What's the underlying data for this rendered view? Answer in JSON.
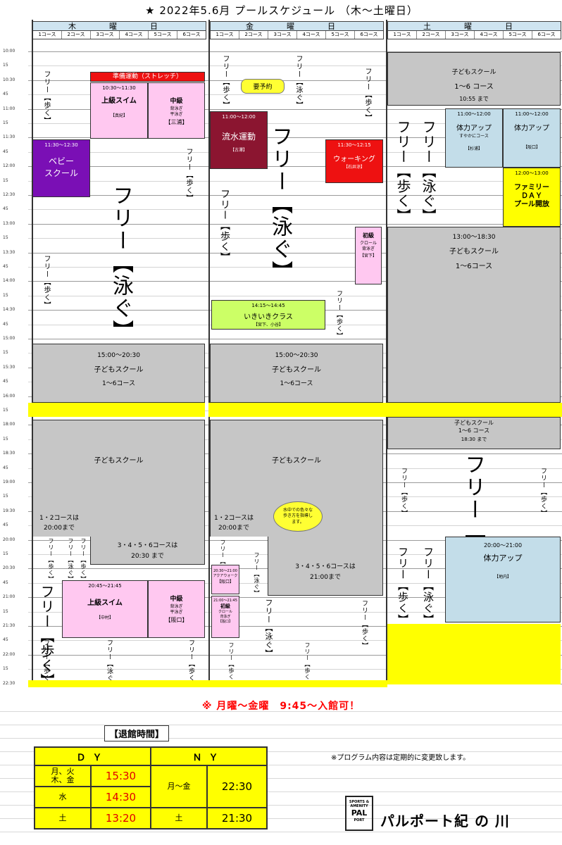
{
  "title": "★  2022年5.6月   プールスケジュール    （木～土曜日）",
  "days": [
    "木　曜　日",
    "金　曜　日",
    "土　曜　日"
  ],
  "lanes": [
    "1コース",
    "2コース",
    "3コース",
    "4コース",
    "5コース",
    "6コース"
  ],
  "times": [
    "10:00",
    "15",
    "10:30",
    "45",
    "11:00",
    "15",
    "11:30",
    "45",
    "12:00",
    "15",
    "12:30",
    "45",
    "13:00",
    "15",
    "13:30",
    "45",
    "14:00",
    "15",
    "14:30",
    "45",
    "15:00",
    "15",
    "15:30",
    "45",
    "16:00",
    "15",
    "18:00",
    "15",
    "18:30",
    "45",
    "19:00",
    "15",
    "19:30",
    "45",
    "20:00",
    "15",
    "20:30",
    "45",
    "21:00",
    "15",
    "21:30",
    "45",
    "22:00",
    "15",
    "22:30"
  ],
  "free_walk": "フリー【歩く】",
  "free_swim": "フリー【泳ぐ】",
  "thu": {
    "prep": "準備運動（ストレッチ）",
    "jokyu_time": "10:30～11:30",
    "jokyu_name": "上級スイム",
    "jokyu_inst": "【真紀】",
    "chukyu_name": "中級",
    "chukyu_sub": "背泳ぎ\n平泳ぎ",
    "chukyu_inst": "【三浦】",
    "baby_time": "11:30～12:30",
    "baby_name": "ベビー\nスクール",
    "kids_time": "15:00～20:30",
    "kids_name": "子どもスクール",
    "kids_lanes": "1～6コース",
    "kids2_name": "子どもスクール",
    "note12": "1・2コースは\n20:00まで",
    "note3456": "3・4・5・6コースは\n20:30 まで",
    "jokyu2_time": "20:45～21:45",
    "jokyu2_name": "上級スイム",
    "jokyu2_inst": "【中村】",
    "chukyu2_name": "中級",
    "chukyu2_sub": "背泳ぎ\n平泳ぎ",
    "chukyu2_inst": "【阪口】"
  },
  "fri": {
    "bubble": "要予約",
    "ryusui_time": "11:00～12:00",
    "ryusui_name": "流水運動",
    "ryusui_inst": "【古澤】",
    "walking_time": "11:30～12:15",
    "walking_name": "ウォーキング",
    "walking_inst": "【石井涼】",
    "shokyu_name": "初級",
    "shokyu_sub": "クロール\n背泳ぎ",
    "shokyu_inst": "【宮下】",
    "ikiiki_time": "14:15～14:45",
    "ikiiki_name": "いきいきクラス",
    "ikiiki_inst": "【宮下、小谷】",
    "kids_time": "15:00～20:30",
    "kids_name": "子どもスクール",
    "kids_lanes": "1～6コース",
    "kids2_name": "子どもスクール",
    "note12": "1・2コースは\n20:00まで",
    "bubble2": "水中での色々な\n歩き方を指導し\nます。",
    "note3456": "3・4・5・6コースは\n21:00まで",
    "aqua_time": "20:30～21:00",
    "aqua_name": "アクアウォーク",
    "aqua_inst": "【阪口】",
    "shokyu2_time": "21:00～21:45",
    "shokyu2_name": "初級",
    "shokyu2_sub": "クロール\n背泳ぎ",
    "shokyu2_inst": "【阪口】"
  },
  "sat": {
    "kids_name": "子どもスクール",
    "kids_lanes": "1～6 コース",
    "kids_until": "10:55 まで",
    "tairyoku1_time": "11:00～12:00",
    "tairyoku1_name": "体力アップ",
    "tairyoku1_sub": "すやかにコース",
    "tairyoku1_inst": "【杉浦】",
    "tairyoku2_time": "11:00～12:00",
    "tairyoku2_name": "体力アップ",
    "tairyoku2_inst": "【阪口】",
    "family_time": "12:00～13:00",
    "family_name": "ファミリー\nＤＡＹ\nプール開放",
    "kids2_time": "13:00～18:30",
    "kids2_name": "子どもスクール",
    "kids2_lanes": "1～6コース",
    "kids3_name": "子どもスクール",
    "kids3_lanes": "1～6 コース",
    "kids3_until": "18:30 まで",
    "tairyoku3_time": "20:00～21:00",
    "tairyoku3_name": "体力アップ",
    "tairyoku3_inst": "【地内】"
  },
  "notice": "※ 月曜～金曜　9:45～入館可！",
  "leave": {
    "title": "【退館時間】",
    "dy": "ＤＹ",
    "ny": "ＮＹ",
    "row1_day": "月、火\n木、金",
    "row1_time": "15:30",
    "row2_day": "水",
    "row2_time": "14:30",
    "row3_day": "土",
    "row3_time": "13:20",
    "ny_row1_day": "月～金",
    "ny_row1_time": "22:30",
    "ny_row3_day": "土",
    "ny_row3_time": "21:30"
  },
  "change_note": "※プログラム内容は定期的に変更致します。",
  "logo_mark": "PAL",
  "logo_small": "SPORTS & AMENITY",
  "logo_port": "PORT",
  "logo_text": "パルポート紀 の 川"
}
